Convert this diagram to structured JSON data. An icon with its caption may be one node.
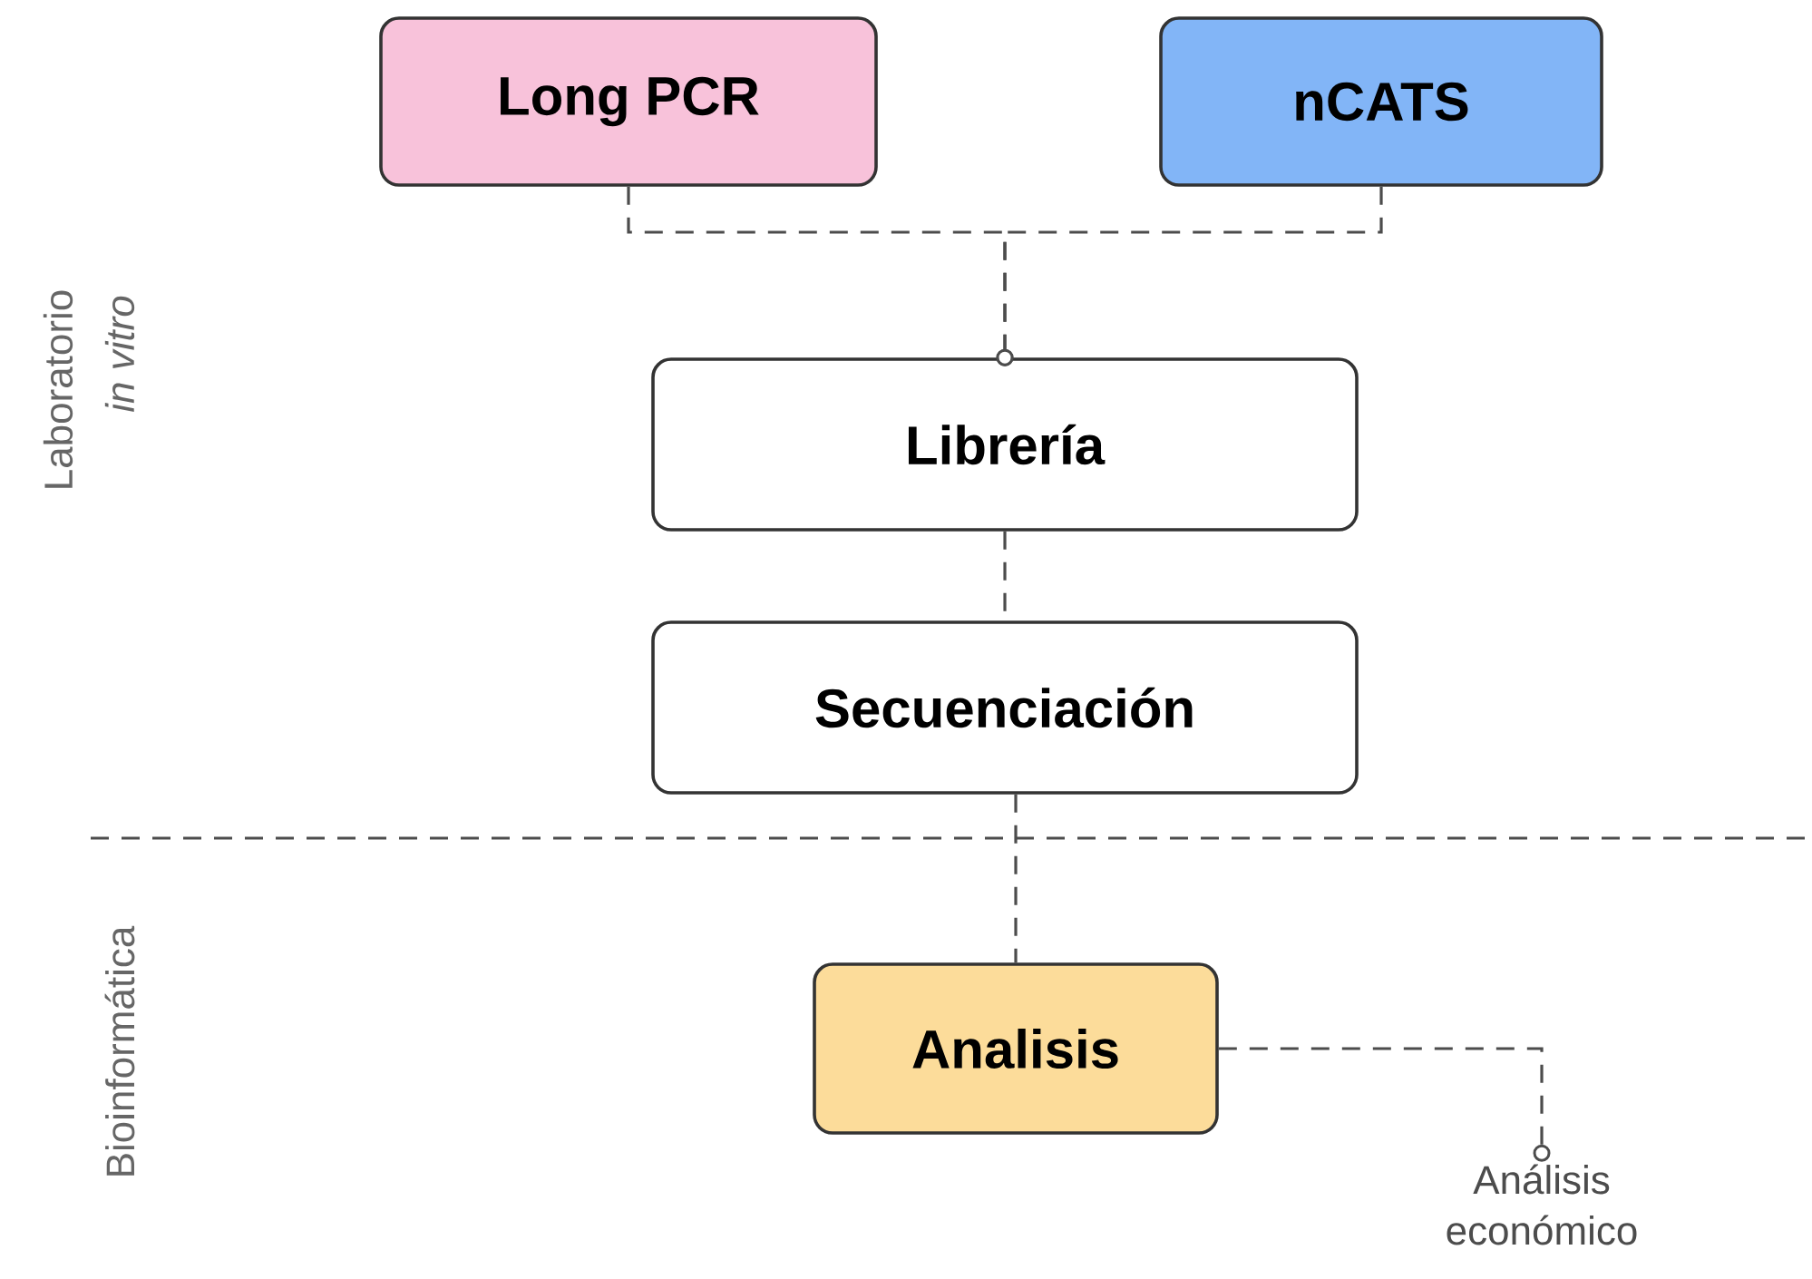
{
  "diagram": {
    "nodes": [
      {
        "text": [
          "Long PCR"
        ]
      },
      {
        "text": [
          "nCATS"
        ]
      },
      {
        "text": [
          "Librería"
        ]
      },
      {
        "text": [
          "Secuenciación"
        ]
      },
      {
        "text": [
          "Analisis"
        ]
      },
      {
        "text": [
          "Análisis económico"
        ]
      }
    ],
    "edges": [
      {
        "from": 0,
        "to": 2,
        "arrow": "other"
      },
      {
        "from": 1,
        "to": 2,
        "arrow": "other"
      },
      {
        "from": 2,
        "to": 3,
        "arrow": "none"
      },
      {
        "from": 3,
        "to": 4,
        "arrow": "none"
      },
      {
        "from": 4,
        "to": 5,
        "arrow": "other"
      }
    ],
    "labels": [
      "Laboratorio",
      "in vitro",
      "Bioinformática"
    ]
  }
}
